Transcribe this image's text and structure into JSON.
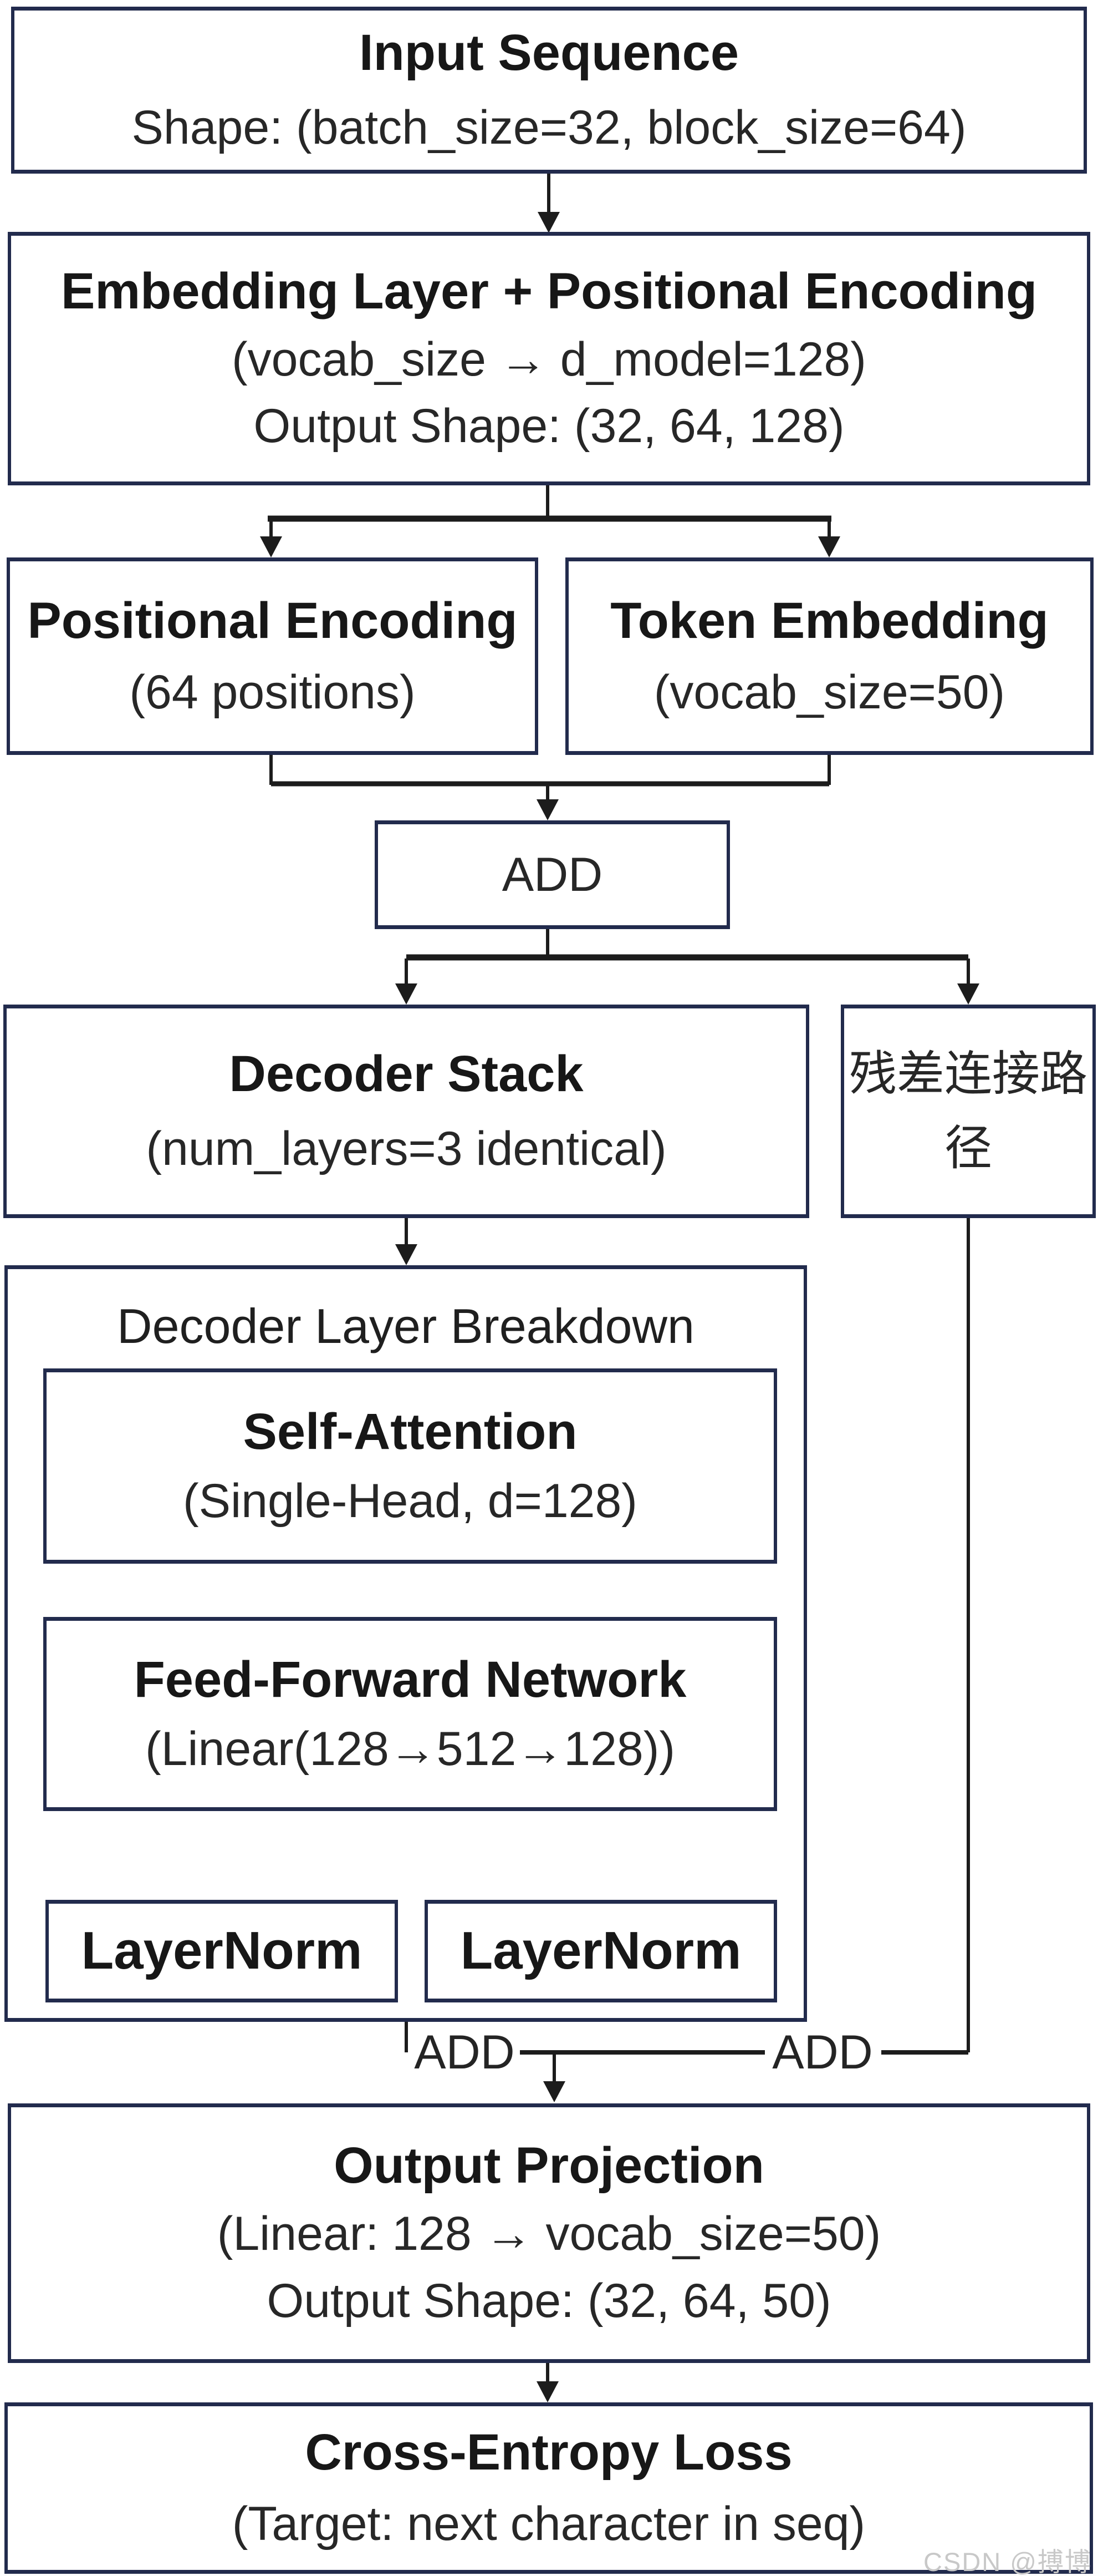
{
  "colors": {
    "box_border_navy": "#222b4d",
    "connector_black": "#1c1c1c",
    "background": "#ffffff",
    "watermark_gray": "#c8c8c8"
  },
  "nodes": {
    "input_sequence": {
      "title": "Input Sequence",
      "subtitle": "Shape: (batch_size=32, block_size=64)"
    },
    "embedding": {
      "title": "Embedding Layer + Positional Encoding",
      "subtitle": "(vocab_size → d_model=128)",
      "subtitle2": "Output Shape: (32, 64, 128)"
    },
    "positional_encoding": {
      "title": "Positional Encoding",
      "subtitle": "(64 positions)"
    },
    "token_embedding": {
      "title": "Token Embedding",
      "subtitle": "(vocab_size=50)"
    },
    "add": {
      "label": "ADD"
    },
    "decoder_stack": {
      "title": "Decoder Stack",
      "subtitle": "(num_layers=3 identical)"
    },
    "residual_path": {
      "label": "残差连接路径"
    },
    "breakdown": {
      "label": "Decoder Layer Breakdown"
    },
    "self_attention": {
      "title": "Self-Attention",
      "subtitle": "(Single-Head, d=128)"
    },
    "feed_forward": {
      "title": "Feed-Forward Network",
      "subtitle": "(Linear(128→512→128))"
    },
    "layernorm_left": {
      "label": "LayerNorm"
    },
    "layernorm_right": {
      "label": "LayerNorm"
    },
    "add_junction_left": {
      "label": "ADD"
    },
    "add_junction_right": {
      "label": "ADD"
    },
    "output_projection": {
      "title": "Output Projection",
      "subtitle": "(Linear: 128 → vocab_size=50)",
      "subtitle2": "Output Shape: (32, 64, 50)"
    },
    "cross_entropy": {
      "title": "Cross-Entropy Loss",
      "subtitle": "(Target: next character in seq)"
    }
  },
  "watermark": {
    "text": "CSDN @搏博"
  }
}
